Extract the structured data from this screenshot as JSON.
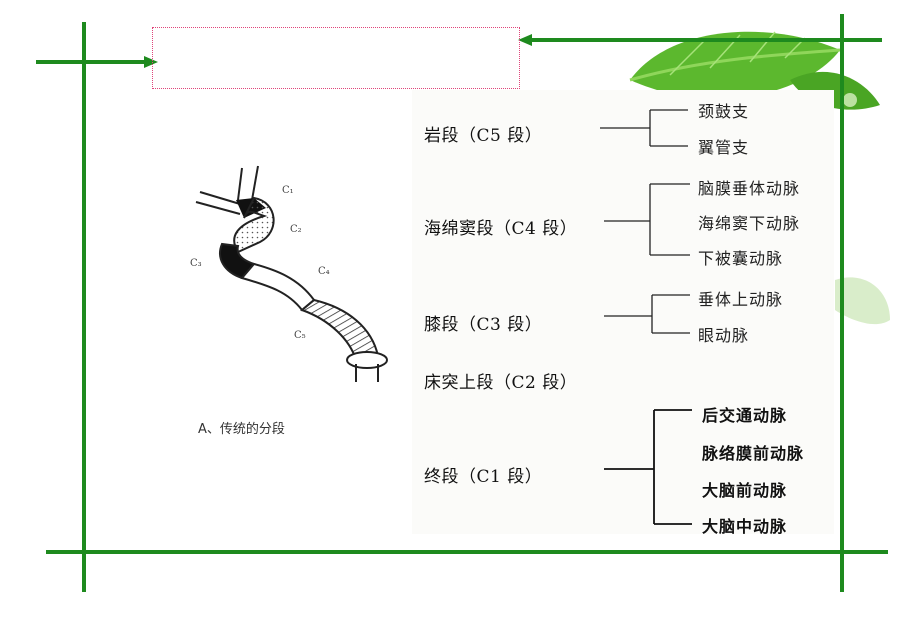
{
  "slide": {
    "title_placeholder": "",
    "caption": "A、传统的分段",
    "vessel_labels": [
      "C₁",
      "C₂",
      "C₃",
      "C₄",
      "C₅"
    ],
    "colors": {
      "frame_green": "#1e8a1e",
      "title_box_border": "#e0457a",
      "leaf_green": "#5cb82e"
    },
    "segments": [
      {
        "label": "岩段（C5 段）",
        "branches": [
          "颈鼓支",
          "翼管支"
        ]
      },
      {
        "label": "海绵窦段（C4 段）",
        "branches": [
          "脑膜垂体动脉",
          "海绵窦下动脉",
          "下被囊动脉"
        ]
      },
      {
        "label": "膝段（C3 段）",
        "branches": [
          "垂体上动脉",
          "眼动脉"
        ]
      },
      {
        "label": "床突上段（C2 段）",
        "branches": []
      },
      {
        "label": "终段（C1 段）",
        "branches": [
          "后交通动脉",
          "脉络膜前动脉",
          "大脑前动脉",
          "大脑中动脉"
        ]
      }
    ]
  }
}
